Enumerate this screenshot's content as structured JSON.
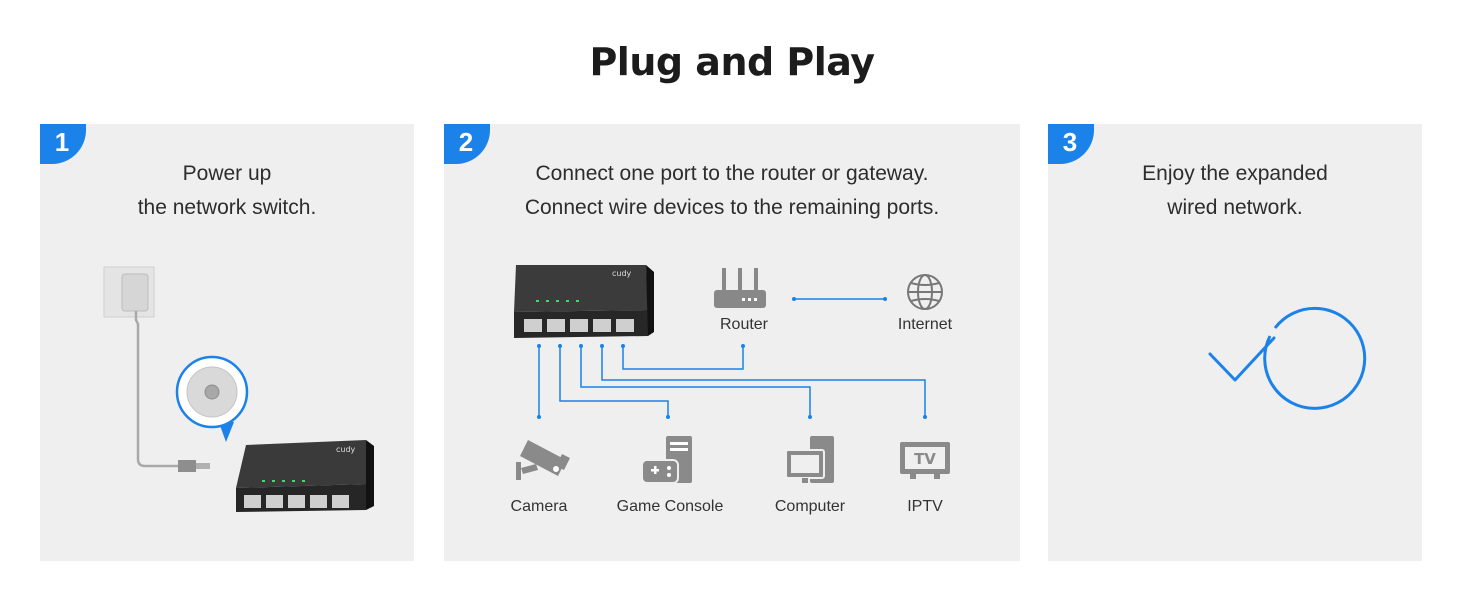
{
  "title": "Plug and Play",
  "steps": [
    {
      "number": "1",
      "line1": "Power up",
      "line2": "the network switch."
    },
    {
      "number": "2",
      "line1": "Connect one port to the router or gateway.",
      "line2": "Connect wire devices to the remaining ports."
    },
    {
      "number": "3",
      "line1": "Enjoy the expanded",
      "line2": "wired network."
    }
  ],
  "device_brand": "cudy",
  "device_labels": {
    "router": "Router",
    "internet": "Internet",
    "camera": "Camera",
    "game_console": "Game Console",
    "computer": "Computer",
    "iptv": "IPTV",
    "tv_screen": "TV"
  },
  "colors": {
    "accent": "#1a82e8",
    "panel_bg": "#efefef",
    "switch_body": "#1f1f1f"
  }
}
